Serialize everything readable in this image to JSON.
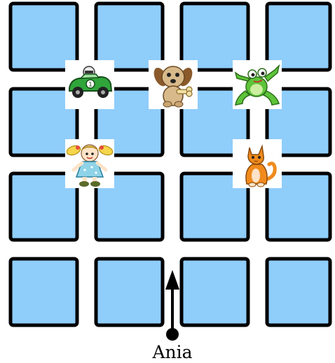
{
  "colors": {
    "block_fill": "#8fcdfb",
    "block_stroke": "#000000",
    "background": "#ffffff",
    "car_green": "#2fa53a",
    "frog_green": "#5ec43a",
    "dog_tan": "#d8b98a",
    "cat_orange": "#f08a1c",
    "doll_dress": "#8fd3e8",
    "doll_hair": "#f5d54a"
  },
  "grid": {
    "rows": 4,
    "columns": 4
  },
  "characters": [
    {
      "name": "race-car",
      "icon": "race-car-icon"
    },
    {
      "name": "dog",
      "icon": "dog-with-bone-icon"
    },
    {
      "name": "frog",
      "icon": "frog-icon"
    },
    {
      "name": "doll",
      "icon": "doll-icon"
    },
    {
      "name": "cat",
      "icon": "cat-icon"
    }
  ],
  "walker": {
    "name": "Ania",
    "direction": "up"
  }
}
